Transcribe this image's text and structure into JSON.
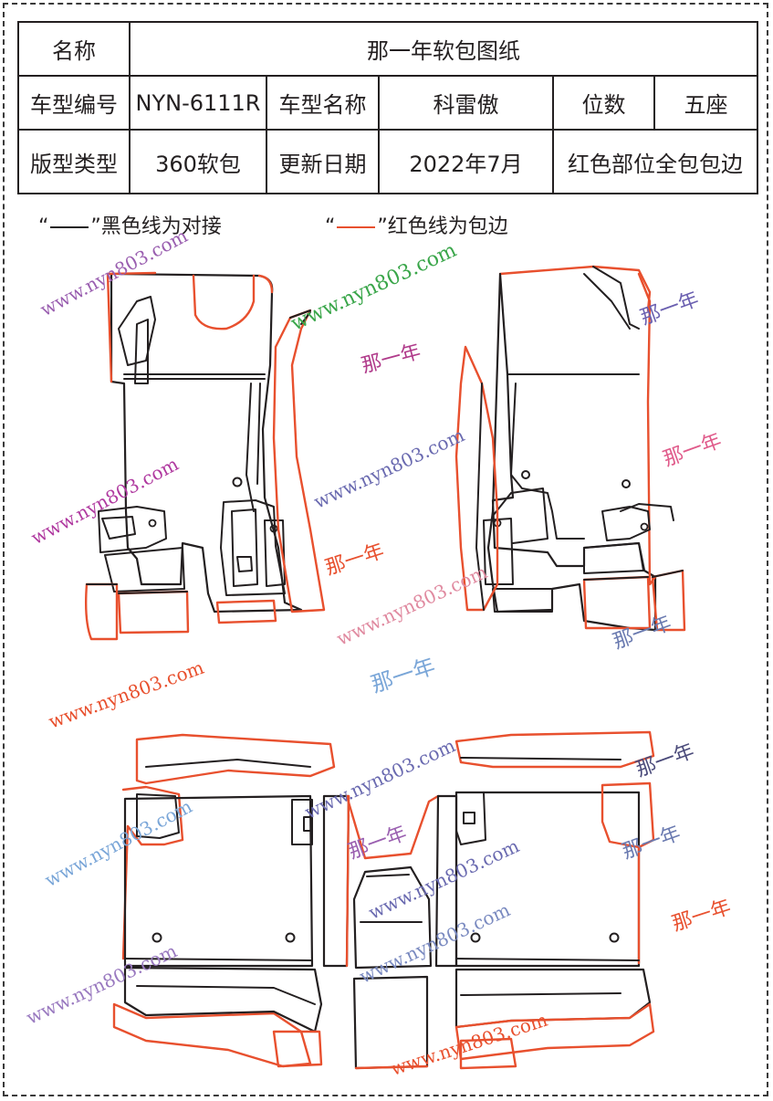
{
  "table": {
    "title_label": "名称",
    "title_value": "那一年软包图纸",
    "model_code_label": "车型编号",
    "model_code_value": "NYN-6111R",
    "model_name_label": "车型名称",
    "model_name_value": "科雷傲",
    "seats_label": "位数",
    "seats_value": "五座",
    "type_label": "版型类型",
    "type_value": "360软包",
    "date_label": "更新日期",
    "date_value": "2022年7月",
    "note_value": "红色部位全包包边"
  },
  "legend": {
    "black_open": "“",
    "black_close": "”黑色线为对接",
    "red_open": "“",
    "red_close": "”红色线为包边"
  },
  "colors": {
    "black_line": "#231f20",
    "red_line": "#e8502e",
    "border": "#3a3a3a"
  },
  "watermarks": {
    "url_text": "www.nyn803.com",
    "brand_text": "那一年"
  }
}
